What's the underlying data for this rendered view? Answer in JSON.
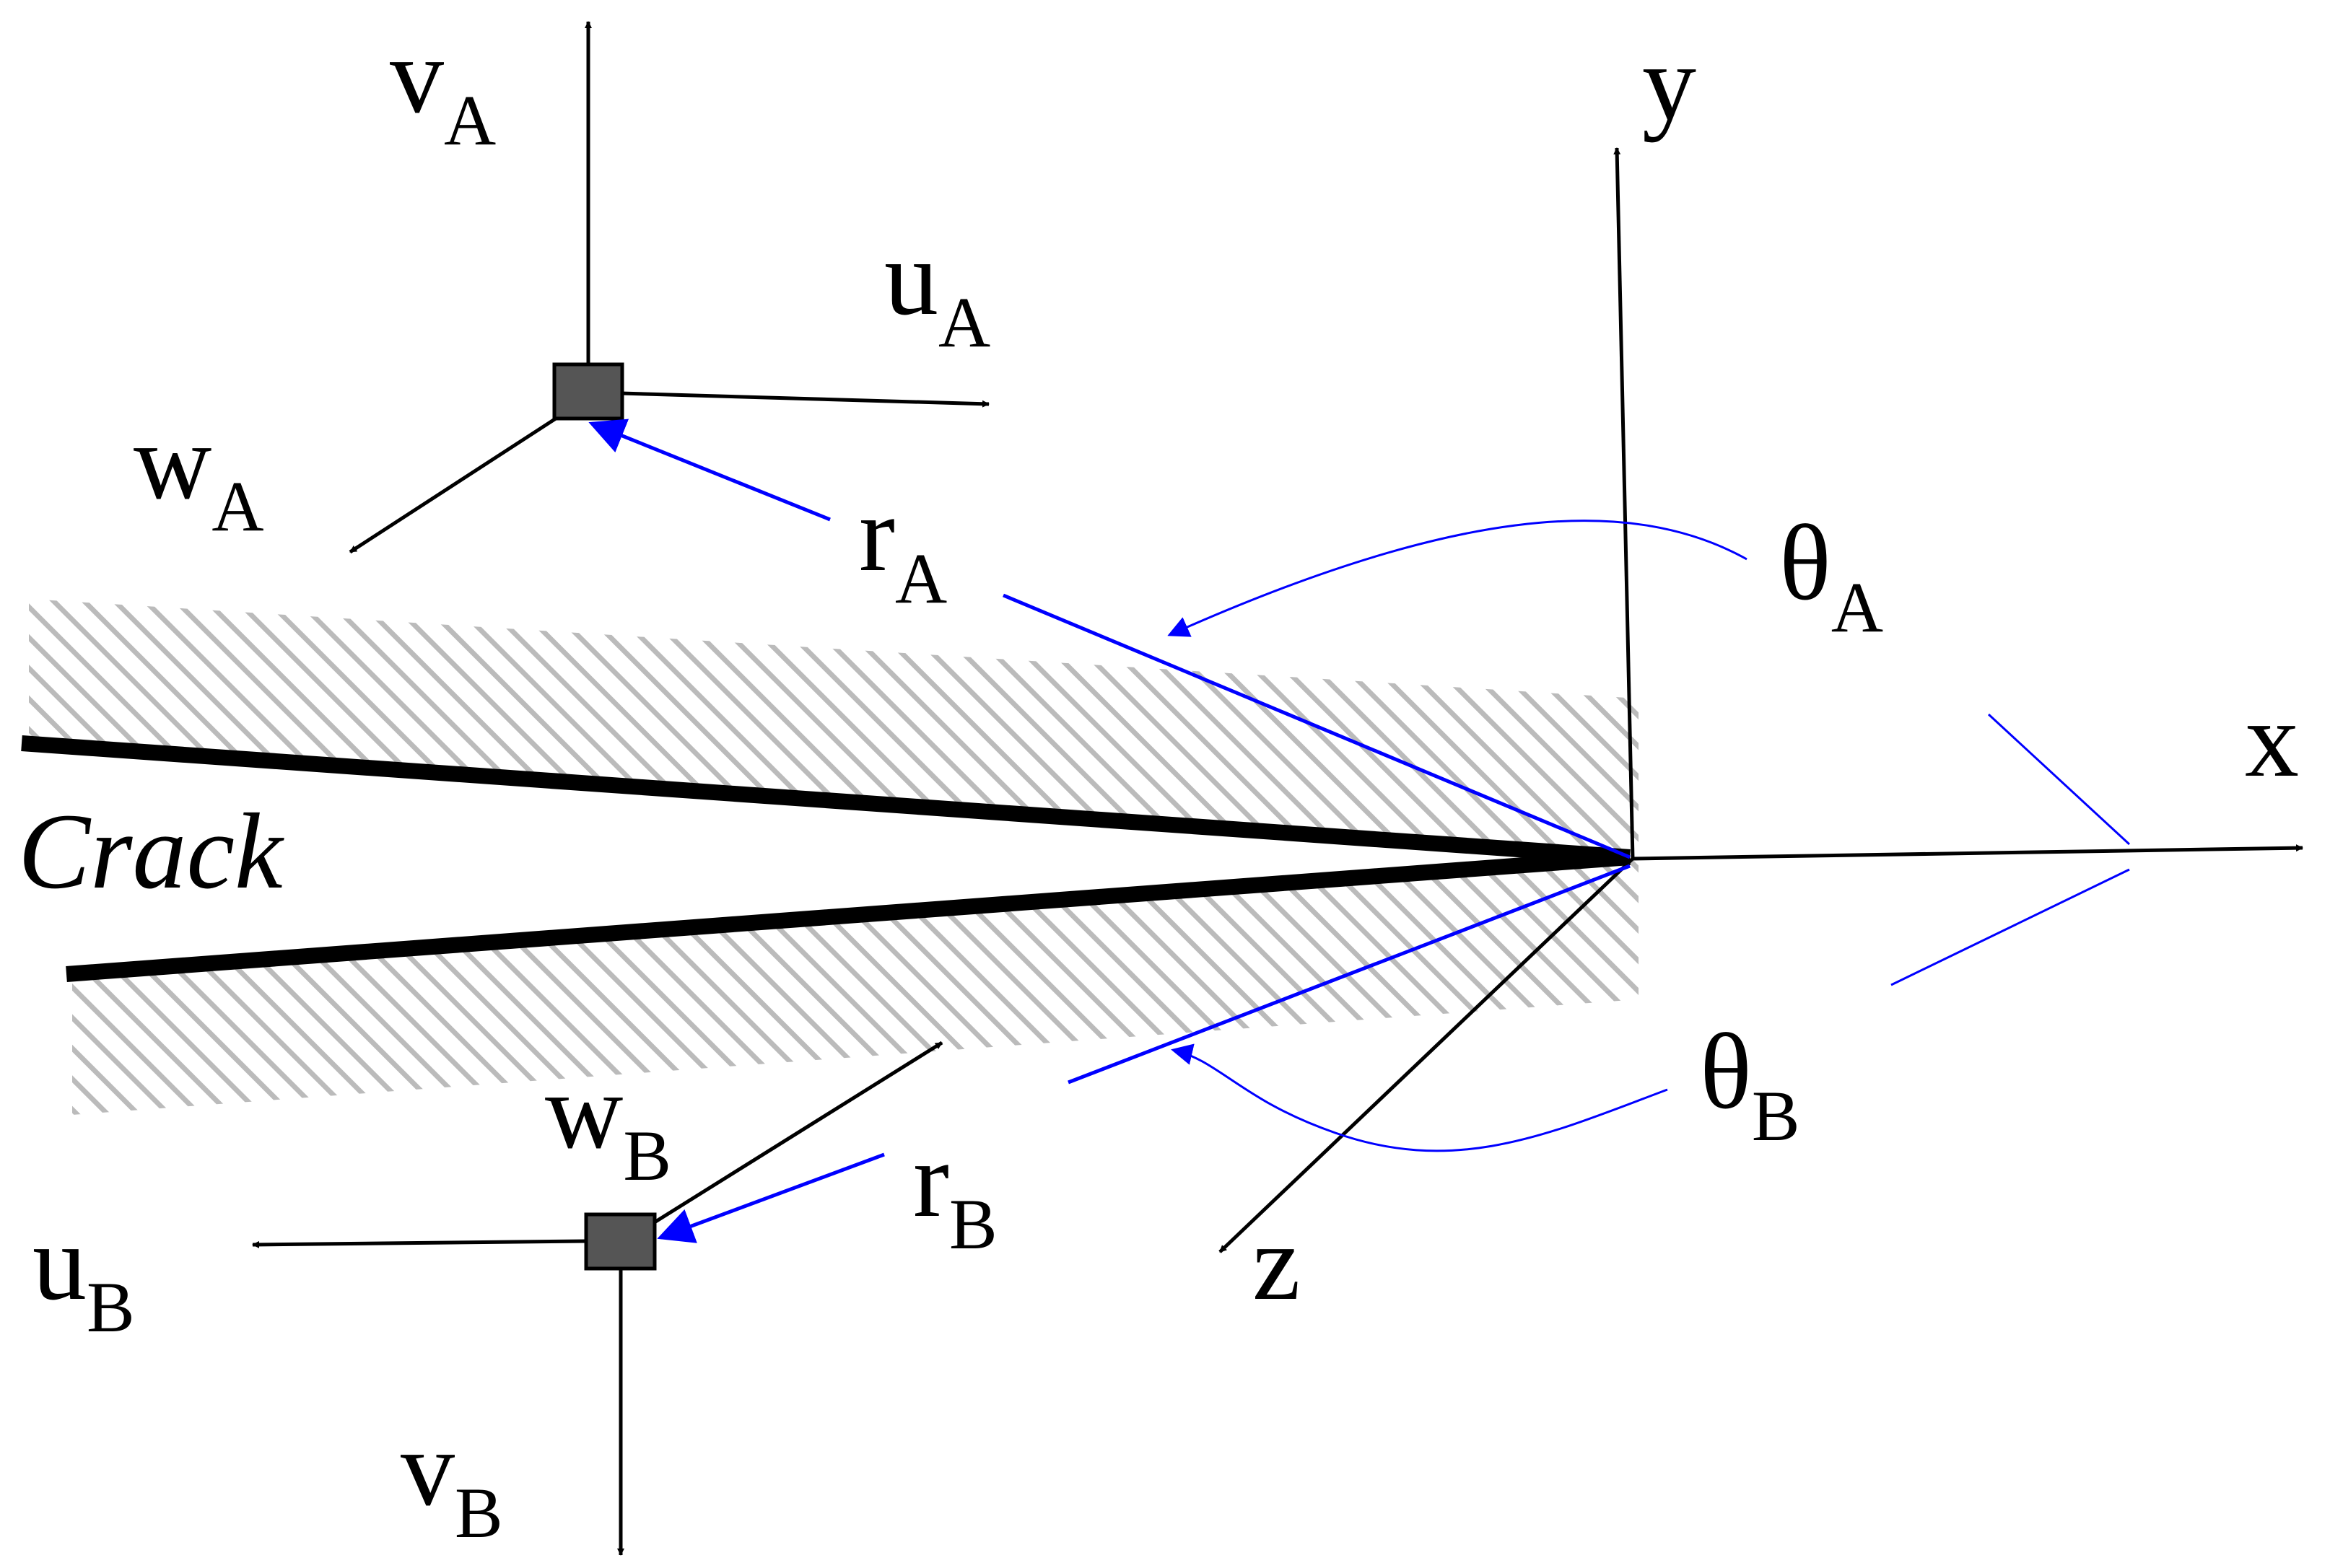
{
  "labels": {
    "crack": "Crack",
    "x": "x",
    "y": "y",
    "z": "z",
    "vA": {
      "main": "v",
      "sub": "A"
    },
    "uA": {
      "main": "u",
      "sub": "A"
    },
    "wA": {
      "main": "w",
      "sub": "A"
    },
    "rA": {
      "main": "r",
      "sub": "A"
    },
    "thetaA": {
      "main": "θ",
      "sub": "A"
    },
    "thetaB": {
      "main": "θ",
      "sub": "B"
    },
    "wB": {
      "main": "w",
      "sub": "B"
    },
    "rB": {
      "main": "r",
      "sub": "B"
    },
    "uB": {
      "main": "u",
      "sub": "B"
    },
    "vB": {
      "main": "v",
      "sub": "B"
    }
  },
  "colors": {
    "axis": "#000000",
    "radius": "#0000ff",
    "element": "#555555",
    "hatch": "#bbbbbb",
    "crack": "#000000"
  }
}
